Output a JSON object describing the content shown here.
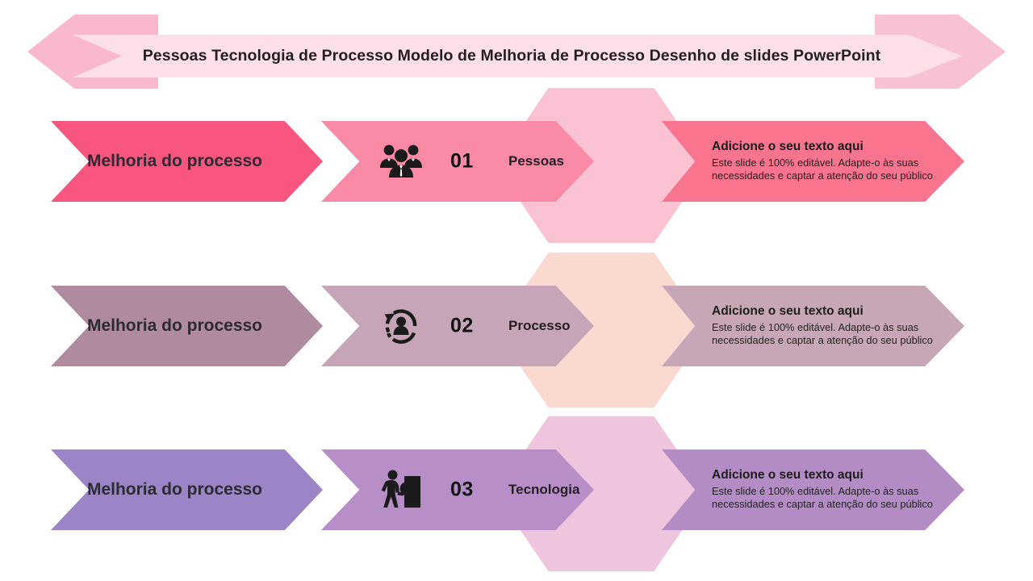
{
  "slide": {
    "title": "Pessoas Tecnologia de Processo Modelo de Melhoria de Processo Desenho de slides PowerPoint",
    "background_color": "#ffffff"
  },
  "rows": [
    {
      "label": "Melhoria do processo",
      "number": "01",
      "name": "Pessoas",
      "icon": "people-group-icon",
      "heading": "Adicione o seu texto aqui",
      "body": "Este slide é 100% editável. Adapte-o às suas necessidades e captar a atenção do seu público",
      "colors": {
        "left": "#f8567e",
        "middle": "#fa8aa6",
        "right": "#f9748f",
        "hexagon": "#f9aac0"
      }
    },
    {
      "label": "Melhoria do processo",
      "number": "02",
      "name": "Processo",
      "icon": "process-cycle-person-icon",
      "heading": "Adicione o seu texto aqui",
      "body": "Este slide é 100% editável. Adapte-o às suas necessidades e captar a atenção do seu público",
      "colors": {
        "left": "#b08ba0",
        "middle": "#c6a5b8",
        "right": "#c7a7b7",
        "hexagon": "#fad0c5"
      }
    },
    {
      "label": "Melhoria do processo",
      "number": "03",
      "name": "Tecnologia",
      "icon": "presenter-chart-board-icon",
      "heading": "Adicione o seu texto aqui",
      "body": "Este slide é 100% editável. Adapte-o às suas necessidades e captar a atenção do seu público",
      "colors": {
        "left": "#9b85c6",
        "middle": "#b88ec8",
        "right": "#b38cc5",
        "hexagon": "#e8accf"
      }
    }
  ]
}
